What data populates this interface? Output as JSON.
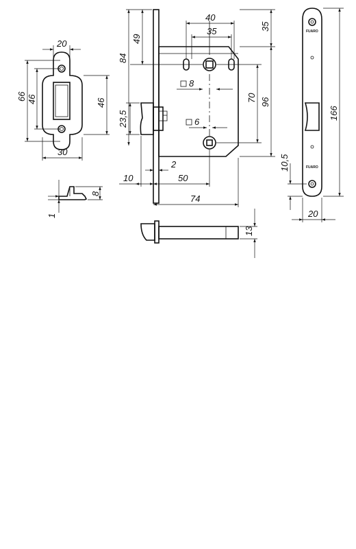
{
  "strike_plate": {
    "width_top": "20",
    "height_total": "66",
    "hole_spacing_left": "46",
    "hole_spacing_right": "46",
    "width_bottom": "30",
    "side_thickness": "1",
    "side_depth": "8"
  },
  "lock_body": {
    "spindle_to_top": "49",
    "body_height": "84",
    "screw_spacing_outer": "40",
    "screw_spacing_inner": "35",
    "top_offset": "35",
    "spindle_square": "8",
    "spindle_square_symbol": "□",
    "hole_spacing_70": "70",
    "body_height_96": "96",
    "latch_height": "23,5",
    "bolt_square": "6",
    "bolt_square_symbol": "□",
    "faceplate_thickness": "2",
    "latch_projection": "10",
    "backset": "50",
    "body_depth": "74"
  },
  "latch_bolt": {
    "width": "13"
  },
  "faceplate": {
    "length": "166",
    "offset_bottom": "10,5",
    "width": "20",
    "brand_top": "FUARO",
    "brand_bottom": "FUARO"
  }
}
